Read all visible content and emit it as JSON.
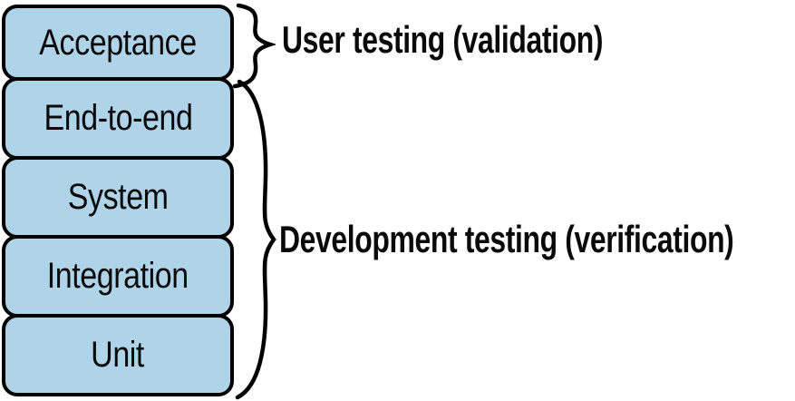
{
  "figure": {
    "stack": {
      "boxes": [
        {
          "label": "Acceptance"
        },
        {
          "label": "End-to-end"
        },
        {
          "label": "System"
        },
        {
          "label": "Integration"
        },
        {
          "label": "Unit"
        }
      ]
    },
    "groups": [
      {
        "label": "User testing (validation)",
        "covers": [
          "Acceptance"
        ]
      },
      {
        "label": "Development testing (verification)",
        "covers": [
          "End-to-end",
          "System",
          "Integration",
          "Unit"
        ]
      }
    ],
    "colors": {
      "box_fill": "#AFD3E8",
      "box_border": "#000000",
      "text": "#0a0a0a"
    },
    "icons": [
      {
        "name": "curly-brace-small-icon"
      },
      {
        "name": "curly-brace-large-icon"
      }
    ]
  }
}
